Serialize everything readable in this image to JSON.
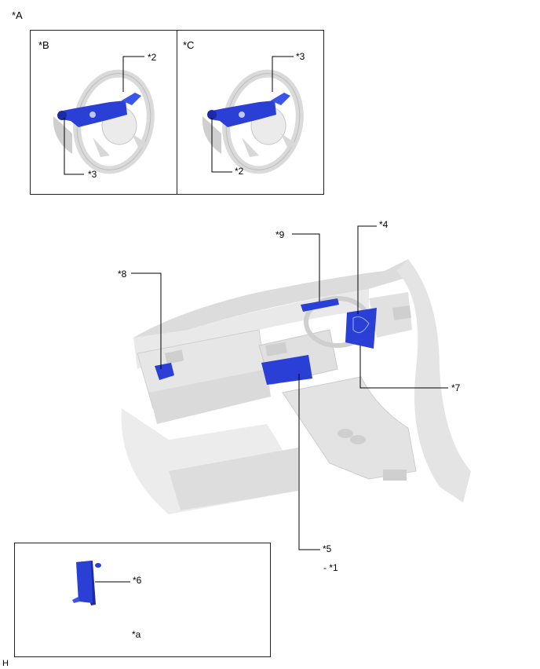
{
  "diagram": {
    "corner_label": "*A",
    "footer_code": "H",
    "panel_b": {
      "title": "*B",
      "callouts": [
        "*2",
        "*3"
      ]
    },
    "panel_c": {
      "title": "*C",
      "callouts": [
        "*3",
        "*2"
      ]
    },
    "main_callouts": {
      "c9": "*9",
      "c4": "*4",
      "c8": "*8",
      "c7": "*7",
      "c5": "*5",
      "c1": "- *1"
    },
    "inset": {
      "callout": "*6",
      "caption": "*a"
    }
  },
  "colors": {
    "part_highlight": "#2a3fd6",
    "part_dark": "#1c2aa8",
    "interior_gray": "#e2e2e2",
    "interior_shade": "#c8c8c8",
    "leader_line": "#000000",
    "frame_border": "#222222"
  }
}
